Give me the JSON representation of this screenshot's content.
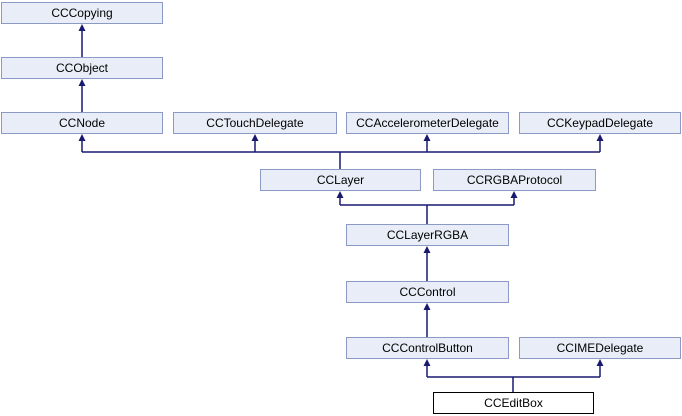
{
  "diagram_type": "class-inheritance-graph",
  "colors": {
    "background": "#ffffff",
    "node_fill": "#e8edf7",
    "node_border": "#8b9ac4",
    "edge": "#191970",
    "text": "#000000",
    "highlight_fill": "#ffffff",
    "highlight_border": "#000000"
  },
  "nodes": {
    "cccopying": {
      "label": "CCCopying"
    },
    "ccobject": {
      "label": "CCObject"
    },
    "ccnode": {
      "label": "CCNode"
    },
    "cctouchdelegate": {
      "label": "CCTouchDelegate"
    },
    "ccaccelerometerdelegate": {
      "label": "CCAccelerometerDelegate"
    },
    "cckeypaddelegate": {
      "label": "CCKeypadDelegate"
    },
    "cclayer": {
      "label": "CCLayer"
    },
    "ccrgbaprotocol": {
      "label": "CCRGBAProtocol"
    },
    "cclayerrgba": {
      "label": "CCLayerRGBA"
    },
    "cccontrol": {
      "label": "CCControl"
    },
    "cccontrolbutton": {
      "label": "CCControlButton"
    },
    "ccimedelegate": {
      "label": "CCIMEDelegate"
    },
    "cceditbox": {
      "label": "CCEditBox"
    }
  },
  "edges": [
    {
      "child": "CCObject",
      "parent": "CCCopying"
    },
    {
      "child": "CCNode",
      "parent": "CCObject"
    },
    {
      "child": "CCLayer",
      "parent": "CCNode"
    },
    {
      "child": "CCLayer",
      "parent": "CCTouchDelegate"
    },
    {
      "child": "CCLayer",
      "parent": "CCAccelerometerDelegate"
    },
    {
      "child": "CCLayer",
      "parent": "CCKeypadDelegate"
    },
    {
      "child": "CCLayerRGBA",
      "parent": "CCLayer"
    },
    {
      "child": "CCLayerRGBA",
      "parent": "CCRGBAProtocol"
    },
    {
      "child": "CCControl",
      "parent": "CCLayerRGBA"
    },
    {
      "child": "CCControlButton",
      "parent": "CCControl"
    },
    {
      "child": "CCEditBox",
      "parent": "CCControlButton"
    },
    {
      "child": "CCEditBox",
      "parent": "CCIMEDelegate"
    }
  ]
}
